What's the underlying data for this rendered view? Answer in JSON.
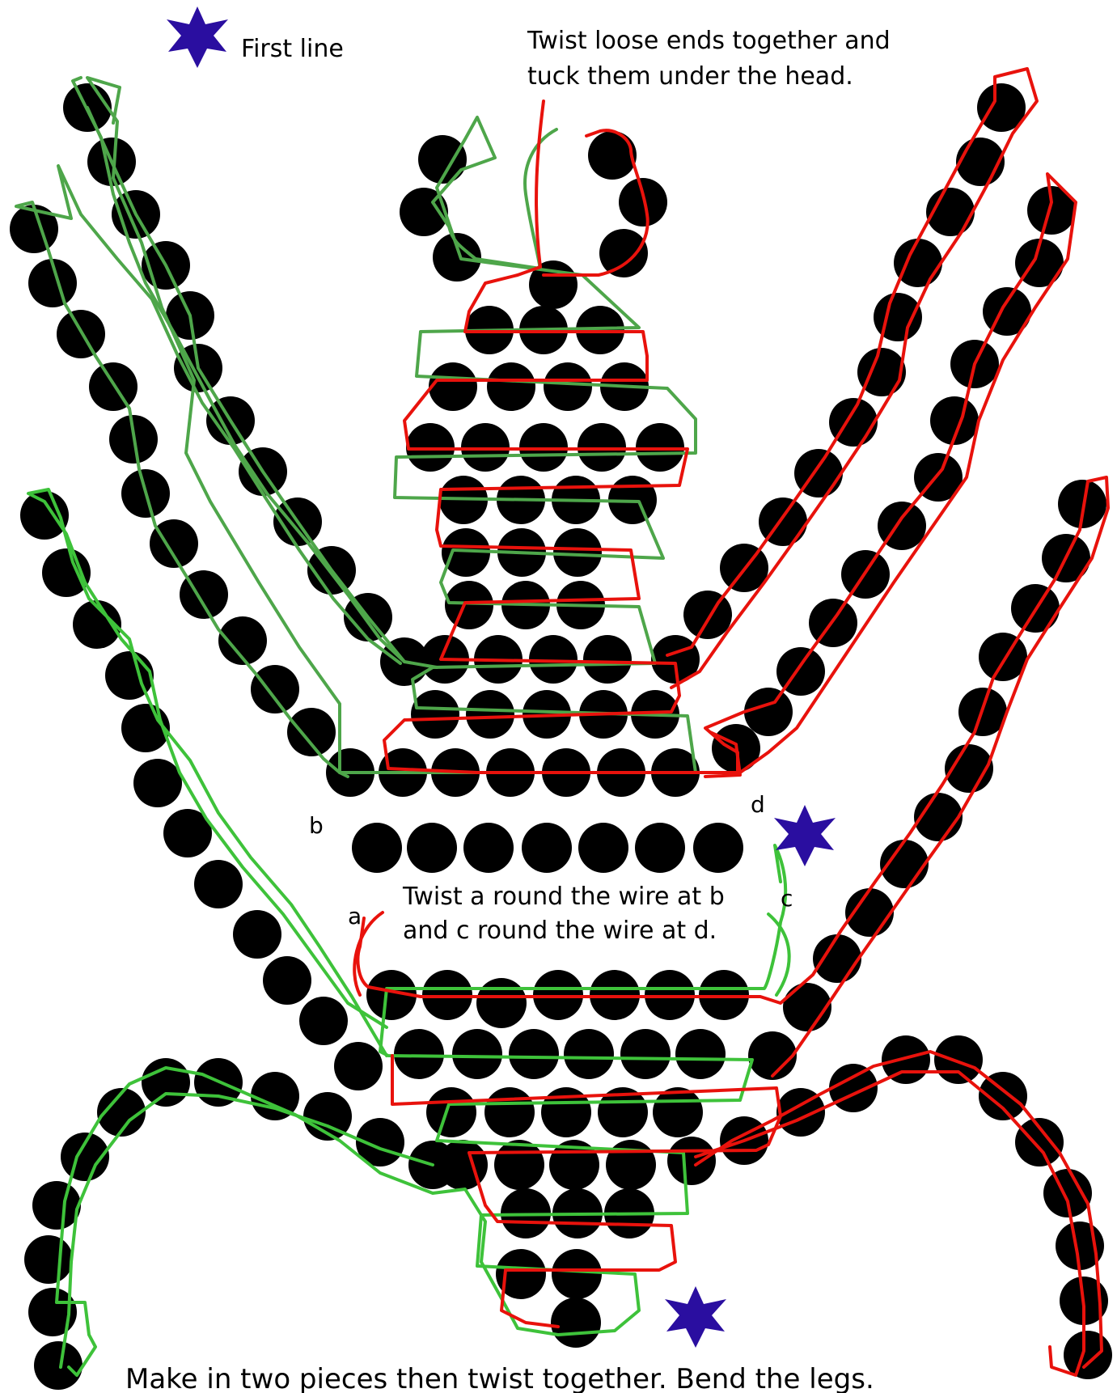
{
  "labels": {
    "first_line": "First line",
    "twist_top_1": "Twist loose ends together and",
    "twist_top_2": "tuck them under the head.",
    "point_b": "b",
    "point_d": "d",
    "point_a": "a",
    "point_c": "c",
    "twist_mid_1": "Twist a round the wire at b",
    "twist_mid_2": "and c round the wire at d.",
    "bottom_note": "Make in two pieces then twist together. Bend the legs."
  },
  "colors": {
    "bead": "#000000",
    "star": "#2a0ea0",
    "wire_green_dark": "#4ea64a",
    "wire_green_light": "#3ec23a",
    "wire_red": "#e8120c",
    "background": "#ffffff"
  },
  "icons": [
    "star-icon"
  ]
}
